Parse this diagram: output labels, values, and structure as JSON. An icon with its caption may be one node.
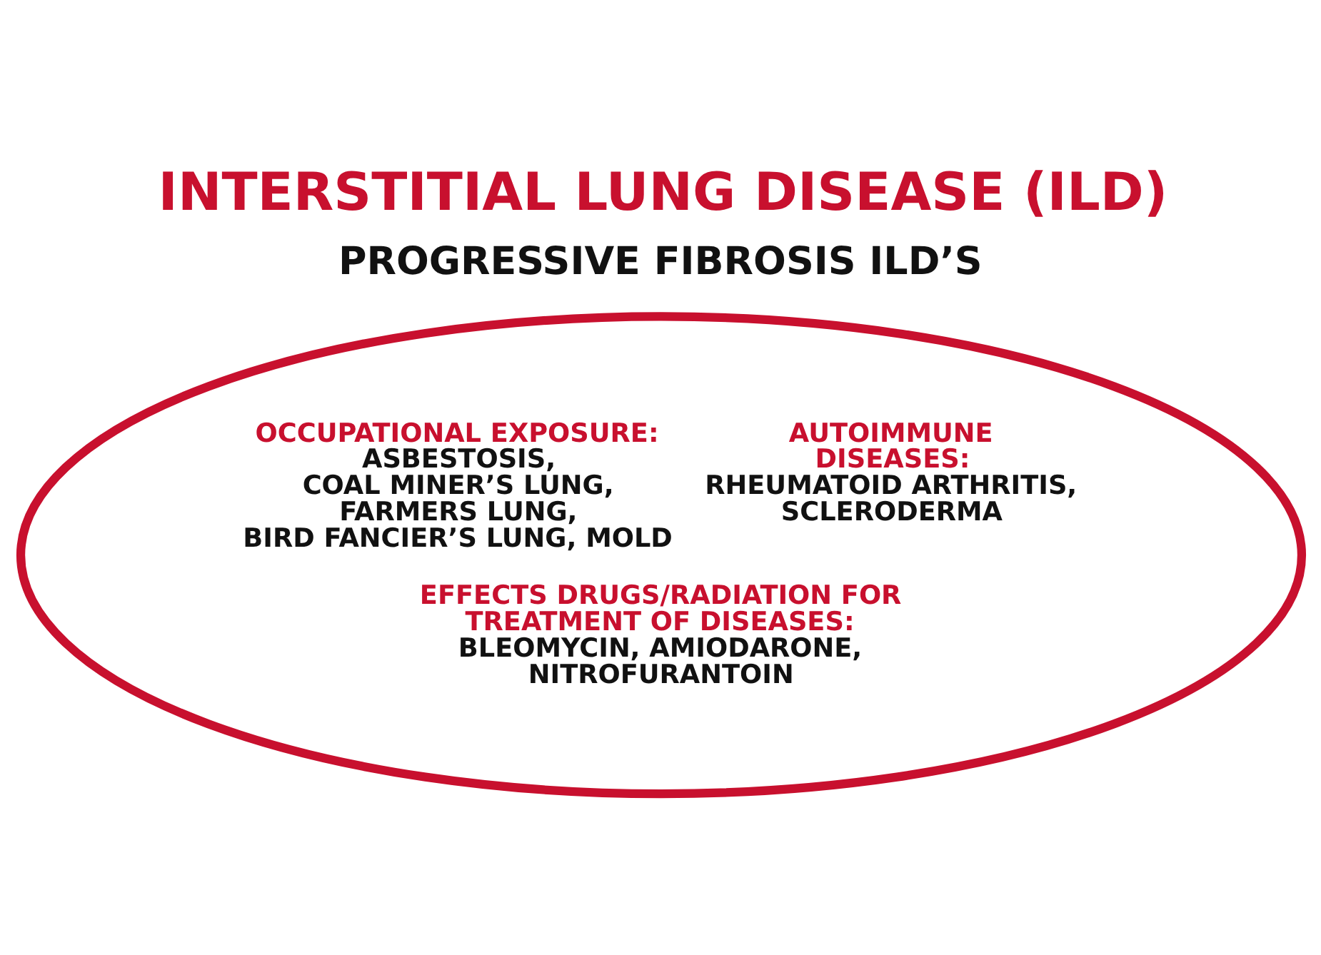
{
  "diagram": {
    "title": "INTERSTITIAL LUNG DISEASE (ILD)",
    "nodes": [
      {
        "text": [
          "OCCUPATIONAL EXPOSURE:",
          "ASBESTOSIS, COAL MINER’S LUNG, FARMERS LUNG, BIRD FANCIER’S LUNG, MOLD",
          "AUTOIMMUNE DISEASES:",
          "RHEUMATOID ARTHRITIS, SCLERODERMA",
          "EFFECTS DRUGS/RADIATION FOR TREATMENT OF DISEASES:",
          "BLEOMYCIN, AMIODARONE, NITROFURANTOIN"
        ]
      }
    ],
    "labels": [
      "PROGRESSIVE FIBROSIS ILD’S"
    ]
  }
}
